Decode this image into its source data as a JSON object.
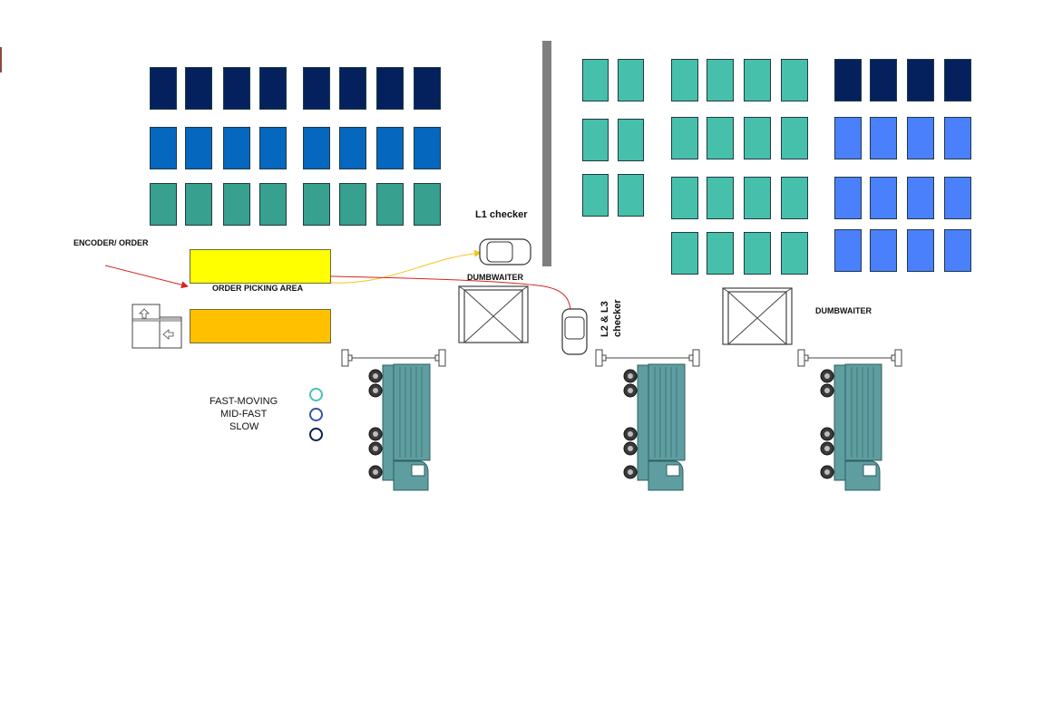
{
  "labels": {
    "encoder": "ENCODER/ ORDER",
    "order_picking": "ORDER PICKING AREA",
    "l1_checker": "L1 checker",
    "dumbwaiter_1": "DUMBWAITER",
    "dumbwaiter_2": "DUMBWAITER",
    "l2l3_checker": "L2 & L3\nchecker"
  },
  "legend": [
    {
      "label": "FAST-MOVING",
      "color": "#48c2ad"
    },
    {
      "label": "MID-FAST",
      "color": "#3a53a4"
    },
    {
      "label": "SLOW",
      "color": "#0f1f4d"
    }
  ],
  "colors": {
    "slow": "#04215e",
    "mid_fast": "#0567be",
    "fast_left": "#37a08e",
    "fast_right": "#47c0ab",
    "mid_fast_right": "#4a80fb",
    "picking_zone": "#ffff00",
    "staging_zone": "#ffc000",
    "truck": "#5f9ea0",
    "wall": "#7f7f7f",
    "flow_red": "#d9231f",
    "flow_yellow": "#f5c518"
  },
  "left_racks": {
    "rows": [
      {
        "speed": "slow",
        "count": 8
      },
      {
        "speed": "mid_fast",
        "count": 8
      },
      {
        "speed": "fast_left",
        "count": 8
      }
    ]
  },
  "right_racks": {
    "block_a": {
      "rows": [
        {
          "speed": "fast_right",
          "count": 2
        },
        {
          "speed": "fast_right",
          "count": 2
        },
        {
          "speed": "fast_right",
          "count": 2
        }
      ]
    },
    "block_b": {
      "rows": [
        {
          "speed": "fast_right",
          "count": 4
        },
        {
          "speed": "fast_right",
          "count": 4
        },
        {
          "speed": "fast_right",
          "count": 4
        },
        {
          "speed": "fast_right",
          "count": 4
        }
      ]
    },
    "block_c": {
      "rows": [
        {
          "speed": "slow",
          "count": 4
        },
        {
          "speed": "mid_fast_right",
          "count": 4
        },
        {
          "speed": "mid_fast_right",
          "count": 4
        },
        {
          "speed": "mid_fast_right",
          "count": 4
        }
      ]
    }
  },
  "trucks": 3,
  "dock_barriers": 3,
  "dumbwaiters": 2
}
